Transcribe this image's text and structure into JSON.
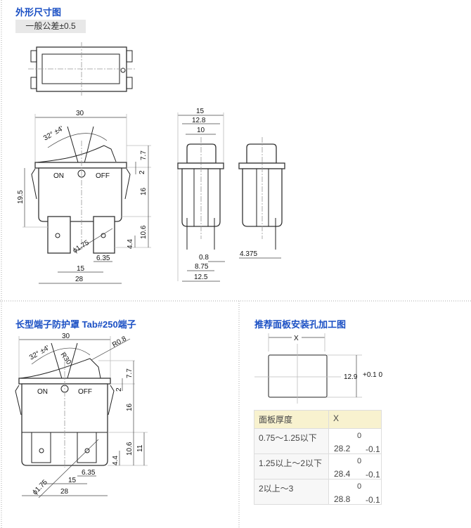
{
  "section1": {
    "title": "外形尺寸图",
    "tolerance": "一般公差±0.5",
    "front_labels": {
      "width": "30",
      "angle": "32° ±4'",
      "on": "ON",
      "off": "OFF",
      "height_total": "19.5",
      "rocker": "7.7",
      "flange": "2",
      "body": "16",
      "term": "10.6",
      "hole": "4.4",
      "dia": "ϕ1.75",
      "tab": "6.35",
      "pitch": "15",
      "base": "28"
    },
    "side_labels": {
      "w15": "15",
      "w128": "12.8",
      "w10": "10",
      "pin": "0.8",
      "p875": "8.75",
      "p125": "12.5",
      "off": "4.375"
    }
  },
  "section2": {
    "title": "长型端子防护罩 Tab#250端子",
    "labels": {
      "width": "30",
      "r08": "R0.8",
      "r30": "R30",
      "angle": "32° ±4'",
      "on": "ON",
      "off": "OFF",
      "rocker": "7.7",
      "flange": "2",
      "body": "16",
      "term": "10.6",
      "term2": "11",
      "hole": "4.4",
      "dia": "ϕ1.75",
      "tab": "6.35",
      "pitch": "15",
      "base": "28"
    }
  },
  "section3": {
    "title": "推荐面板安装孔加工图",
    "x_label": "X",
    "height_label": "12.9",
    "height_tol": "+0.1 0",
    "table": {
      "headers": [
        "面板厚度",
        "X"
      ],
      "rows": [
        {
          "thickness": "0.75～1.25以下",
          "x": "28.2",
          "upper": "0",
          "lower": "-0.1"
        },
        {
          "thickness": "1.25以上～2以下",
          "x": "28.4",
          "upper": "0",
          "lower": "-0.1"
        },
        {
          "thickness": "2以上～3",
          "x": "28.8",
          "upper": "0",
          "lower": "-0.1"
        }
      ]
    }
  }
}
